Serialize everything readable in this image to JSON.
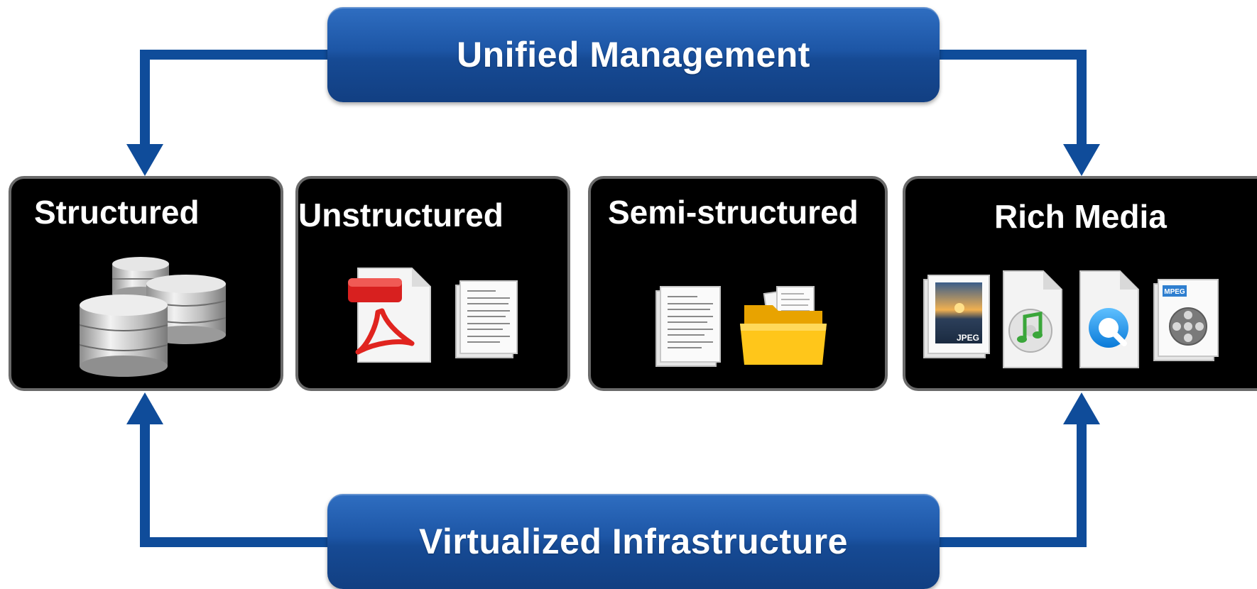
{
  "top_banner": {
    "label": "Unified Management"
  },
  "bottom_banner": {
    "label": "Virtualized Infrastructure"
  },
  "categories": [
    {
      "title": "Structured",
      "icons": [
        "database-icon"
      ]
    },
    {
      "title": "Unstructured",
      "icons": [
        "pdf-icon",
        "text-document-icon"
      ]
    },
    {
      "title": "Semi-structured",
      "icons": [
        "text-document-icon",
        "folder-icon"
      ]
    },
    {
      "title": "Rich Media",
      "icons": [
        "jpeg-image-icon",
        "music-file-icon",
        "quicktime-file-icon",
        "mpeg-video-icon"
      ]
    }
  ],
  "icon_labels": {
    "jpeg": "JPEG",
    "mpeg": "MPEG"
  },
  "colors": {
    "arrow": "#0f4c9a",
    "banner": "#1d56a6",
    "box_background": "#000000",
    "box_border": "#6a6a6a"
  }
}
